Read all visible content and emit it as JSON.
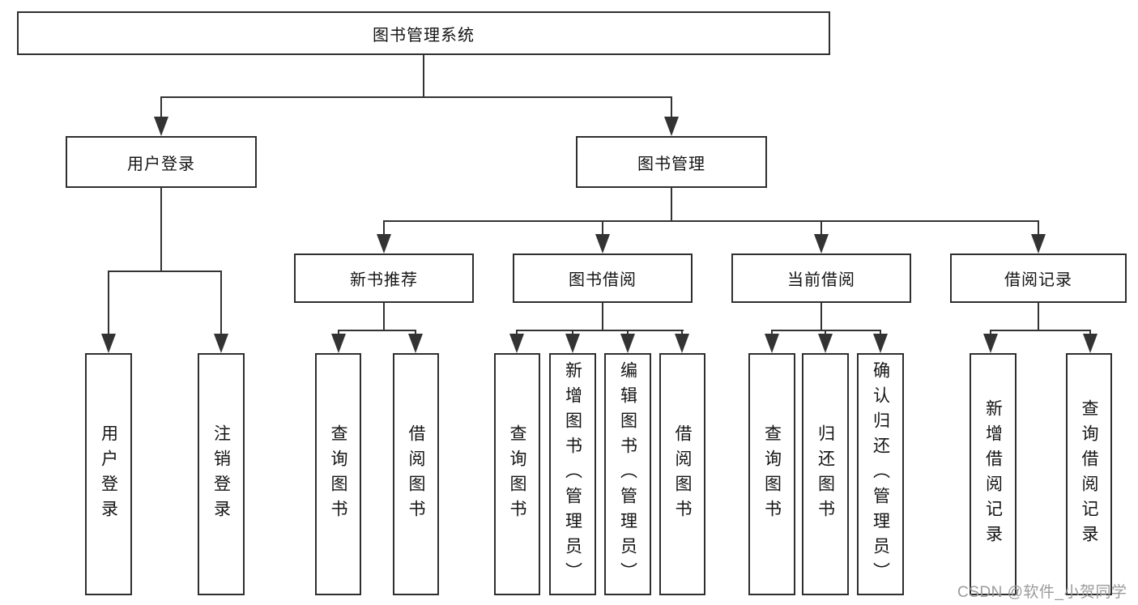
{
  "tree": {
    "label": "图书管理系统",
    "children": [
      {
        "label": "用户登录",
        "children": [
          {
            "label": "用户登录"
          },
          {
            "label": "注销登录"
          }
        ]
      },
      {
        "label": "图书管理",
        "children": [
          {
            "label": "新书推荐",
            "children": [
              {
                "label": "查询图书"
              },
              {
                "label": "借阅图书"
              }
            ]
          },
          {
            "label": "图书借阅",
            "children": [
              {
                "label": "查询图书"
              },
              {
                "label": "新增图书（管理员）"
              },
              {
                "label": "编辑图书（管理员）"
              },
              {
                "label": "借阅图书"
              }
            ]
          },
          {
            "label": "当前借阅",
            "children": [
              {
                "label": "查询图书"
              },
              {
                "label": "归还图书"
              },
              {
                "label": "确认归还（管理员）"
              }
            ]
          },
          {
            "label": "借阅记录",
            "children": [
              {
                "label": "新增借阅记录"
              },
              {
                "label": "查询借阅记录"
              }
            ]
          }
        ]
      }
    ]
  },
  "watermark": {
    "text": "CSDN @软件_小贺同学"
  },
  "colors": {
    "line": "#333333",
    "box_border": "#2f2f2f",
    "text": "#141414",
    "watermark": "#9b9b9b"
  }
}
